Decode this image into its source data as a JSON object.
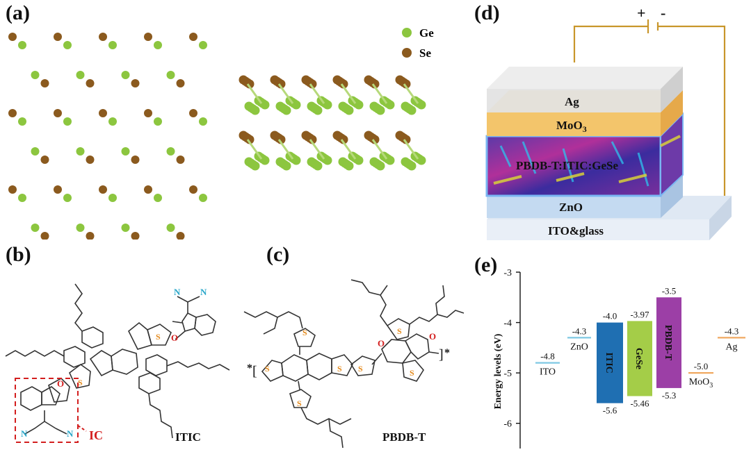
{
  "panels": {
    "a": "(a)",
    "b": "(b)",
    "c": "(c)",
    "d": "(d)",
    "e": "(e)"
  },
  "crystal": {
    "legend": [
      {
        "label": "Ge",
        "color": "#8cc63f"
      },
      {
        "label": "Se",
        "color": "#8b5a1e"
      }
    ]
  },
  "molecules": {
    "itic_label": "ITIC",
    "pbdbt_label": "PBDB-T",
    "ic_label": "IC",
    "atom_O": "O",
    "atom_S": "S",
    "atom_N": "N",
    "repeat_star": "*"
  },
  "device": {
    "polarity_plus": "+",
    "polarity_minus": "-",
    "layers": [
      {
        "name": "Ag"
      },
      {
        "name": "MoO",
        "sub": "3"
      },
      {
        "name": "PBDB-T:ITIC:GeSe"
      },
      {
        "name": "ZnO"
      },
      {
        "name": "ITO&glass"
      }
    ]
  },
  "chart_data": {
    "type": "energy-level diagram",
    "ylabel": "Energy levels (eV)",
    "ylim": [
      -6.5,
      -3
    ],
    "yticks": [
      -3,
      -4,
      -5,
      -6
    ],
    "materials": [
      {
        "name": "ITO",
        "kind": "level",
        "value": -4.8,
        "label": "-4.8",
        "color": "#7ec8e3"
      },
      {
        "name": "ZnO",
        "kind": "level",
        "value": -4.3,
        "label": "-4.3",
        "color": "#7ec8e3"
      },
      {
        "name": "ITIC",
        "kind": "band",
        "lumo": -4.0,
        "homo": -5.6,
        "lumo_label": "-4.0",
        "homo_label": "-5.6",
        "color": "#1f6fb2"
      },
      {
        "name": "GeSe",
        "kind": "band",
        "lumo": -3.97,
        "homo": -5.46,
        "lumo_label": "-3.97",
        "homo_label": "-5.46",
        "color": "#a4cd48"
      },
      {
        "name": "PBDB-T",
        "kind": "band",
        "lumo": -3.5,
        "homo": -5.3,
        "lumo_label": "-3.5",
        "homo_label": "-5.3",
        "color": "#9c3fa6"
      },
      {
        "name": "MoO",
        "sub": "3",
        "kind": "level",
        "value": -5.0,
        "label": "-5.0",
        "color": "#f0a860"
      },
      {
        "name": "Ag",
        "kind": "level",
        "value": -4.3,
        "label": "-4.3",
        "color": "#f0a860"
      }
    ]
  }
}
